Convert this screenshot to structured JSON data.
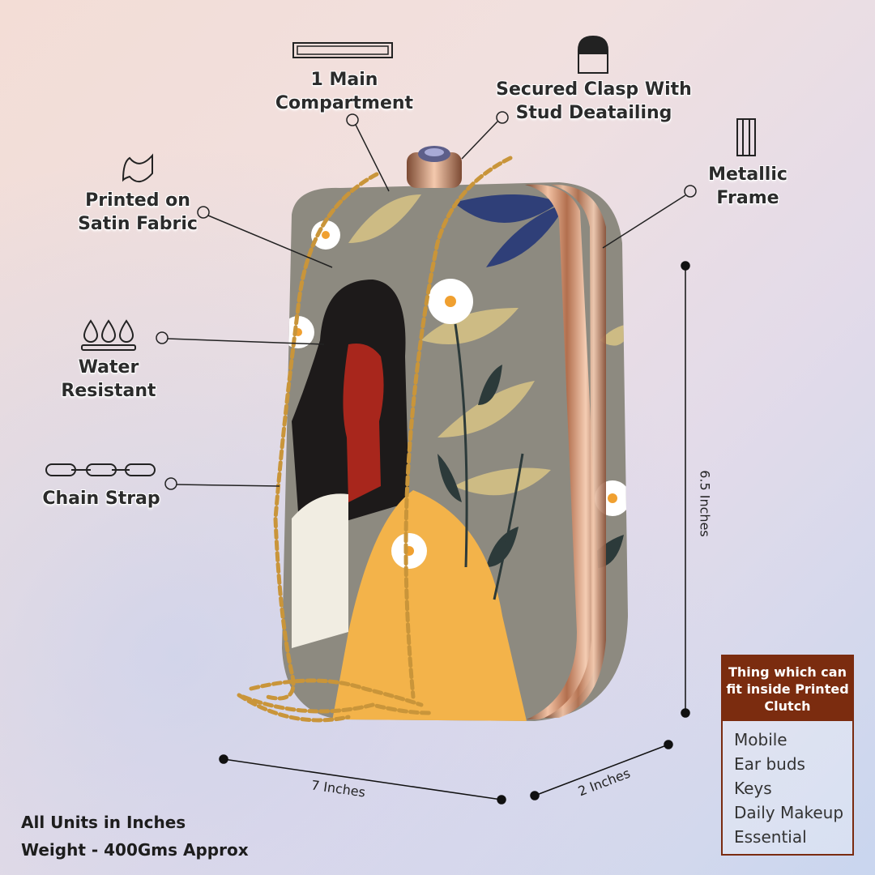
{
  "features": {
    "compartment": {
      "line1": "1 Main",
      "line2": "Compartment",
      "icon": "rectangle-slot-icon"
    },
    "clasp": {
      "line1": "Secured Clasp With",
      "line2": "Stud Deatailing",
      "icon": "clasp-icon"
    },
    "fabric": {
      "line1": "Printed on",
      "line2": "Satin Fabric",
      "icon": "fabric-wave-icon"
    },
    "frame": {
      "line1": "Metallic",
      "line2": "Frame",
      "icon": "metal-bars-icon"
    },
    "water": {
      "line1": "Water",
      "line2": "Resistant",
      "icon": "water-drops-icon"
    },
    "chain": {
      "line1": "Chain Strap",
      "icon": "chain-link-icon"
    }
  },
  "dimensions": {
    "height": "6.5 Inches",
    "width": "7 Inches",
    "depth": "2 Inches"
  },
  "footer": {
    "units": "All Units in Inches",
    "weight": "Weight - 400Gms Approx"
  },
  "fits_inside": {
    "title": "Thing which can fit inside Printed Clutch",
    "items": [
      "Mobile",
      "Ear buds",
      "Keys",
      "Daily Makeup",
      "Essential"
    ]
  },
  "colors": {
    "accent_box": "#7b2c0f",
    "frame_gold": "#c98a6a"
  }
}
